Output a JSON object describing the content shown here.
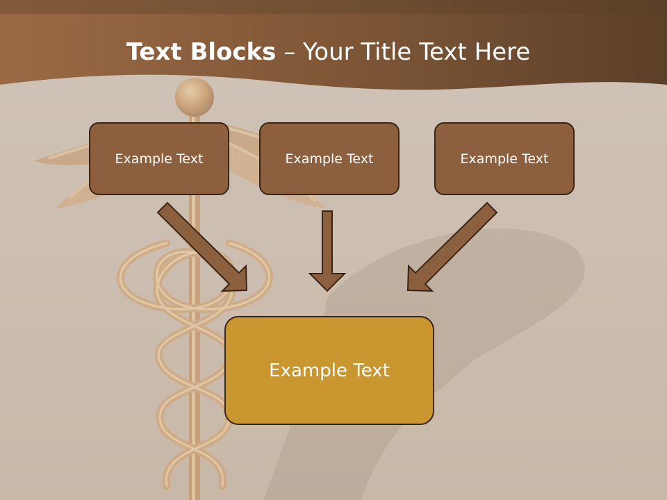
{
  "slide": {
    "title_bold": "Text Blocks",
    "title_dash": " – ",
    "title_rest": "Your Title Text Here"
  },
  "blocks": [
    {
      "label": "Example Text"
    },
    {
      "label": "Example Text"
    },
    {
      "label": "Example Text"
    }
  ],
  "result_block": {
    "label": "Example Text"
  },
  "colors": {
    "header_dark": "#5a3e28",
    "header_light": "#95633d",
    "block_fill": "#8c603f",
    "result_fill": "#c9962f",
    "arrow_fill": "#8c603f",
    "border": "#3a2414",
    "background": "#c9bcb0"
  }
}
